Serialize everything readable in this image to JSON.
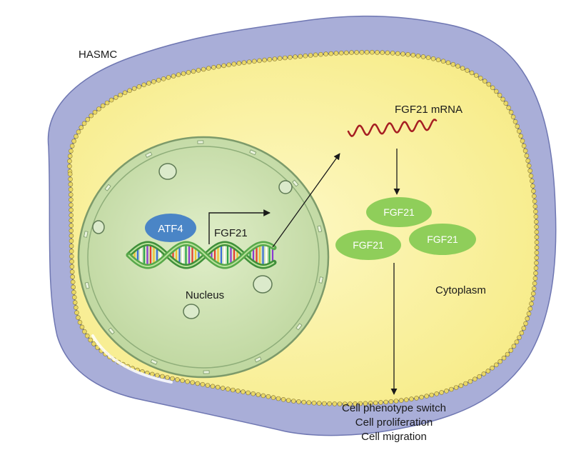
{
  "labels": {
    "cell_type": "HASMC",
    "mrna": "FGF21 mRNA",
    "transcription_factor": "ATF4",
    "gene": "FGF21",
    "nucleus": "Nucleus",
    "cytoplasm": "Cytoplasm"
  },
  "proteins": [
    "FGF21",
    "FGF21",
    "FGF21"
  ],
  "outcomes": [
    "Cell phenotype switch",
    "Cell proliferation",
    "Cell migration"
  ],
  "colors": {
    "cell_outer": "#a7acd6",
    "cytoplasm": "#fbf3a6",
    "membrane_bead": "#e9d867",
    "membrane_line": "#5b6aa8",
    "nucleus_fill": "#d4e6bb",
    "protein_green": "#8fce5a",
    "atf4_blue": "#4a85c6",
    "mrna_red": "#a61e22"
  }
}
